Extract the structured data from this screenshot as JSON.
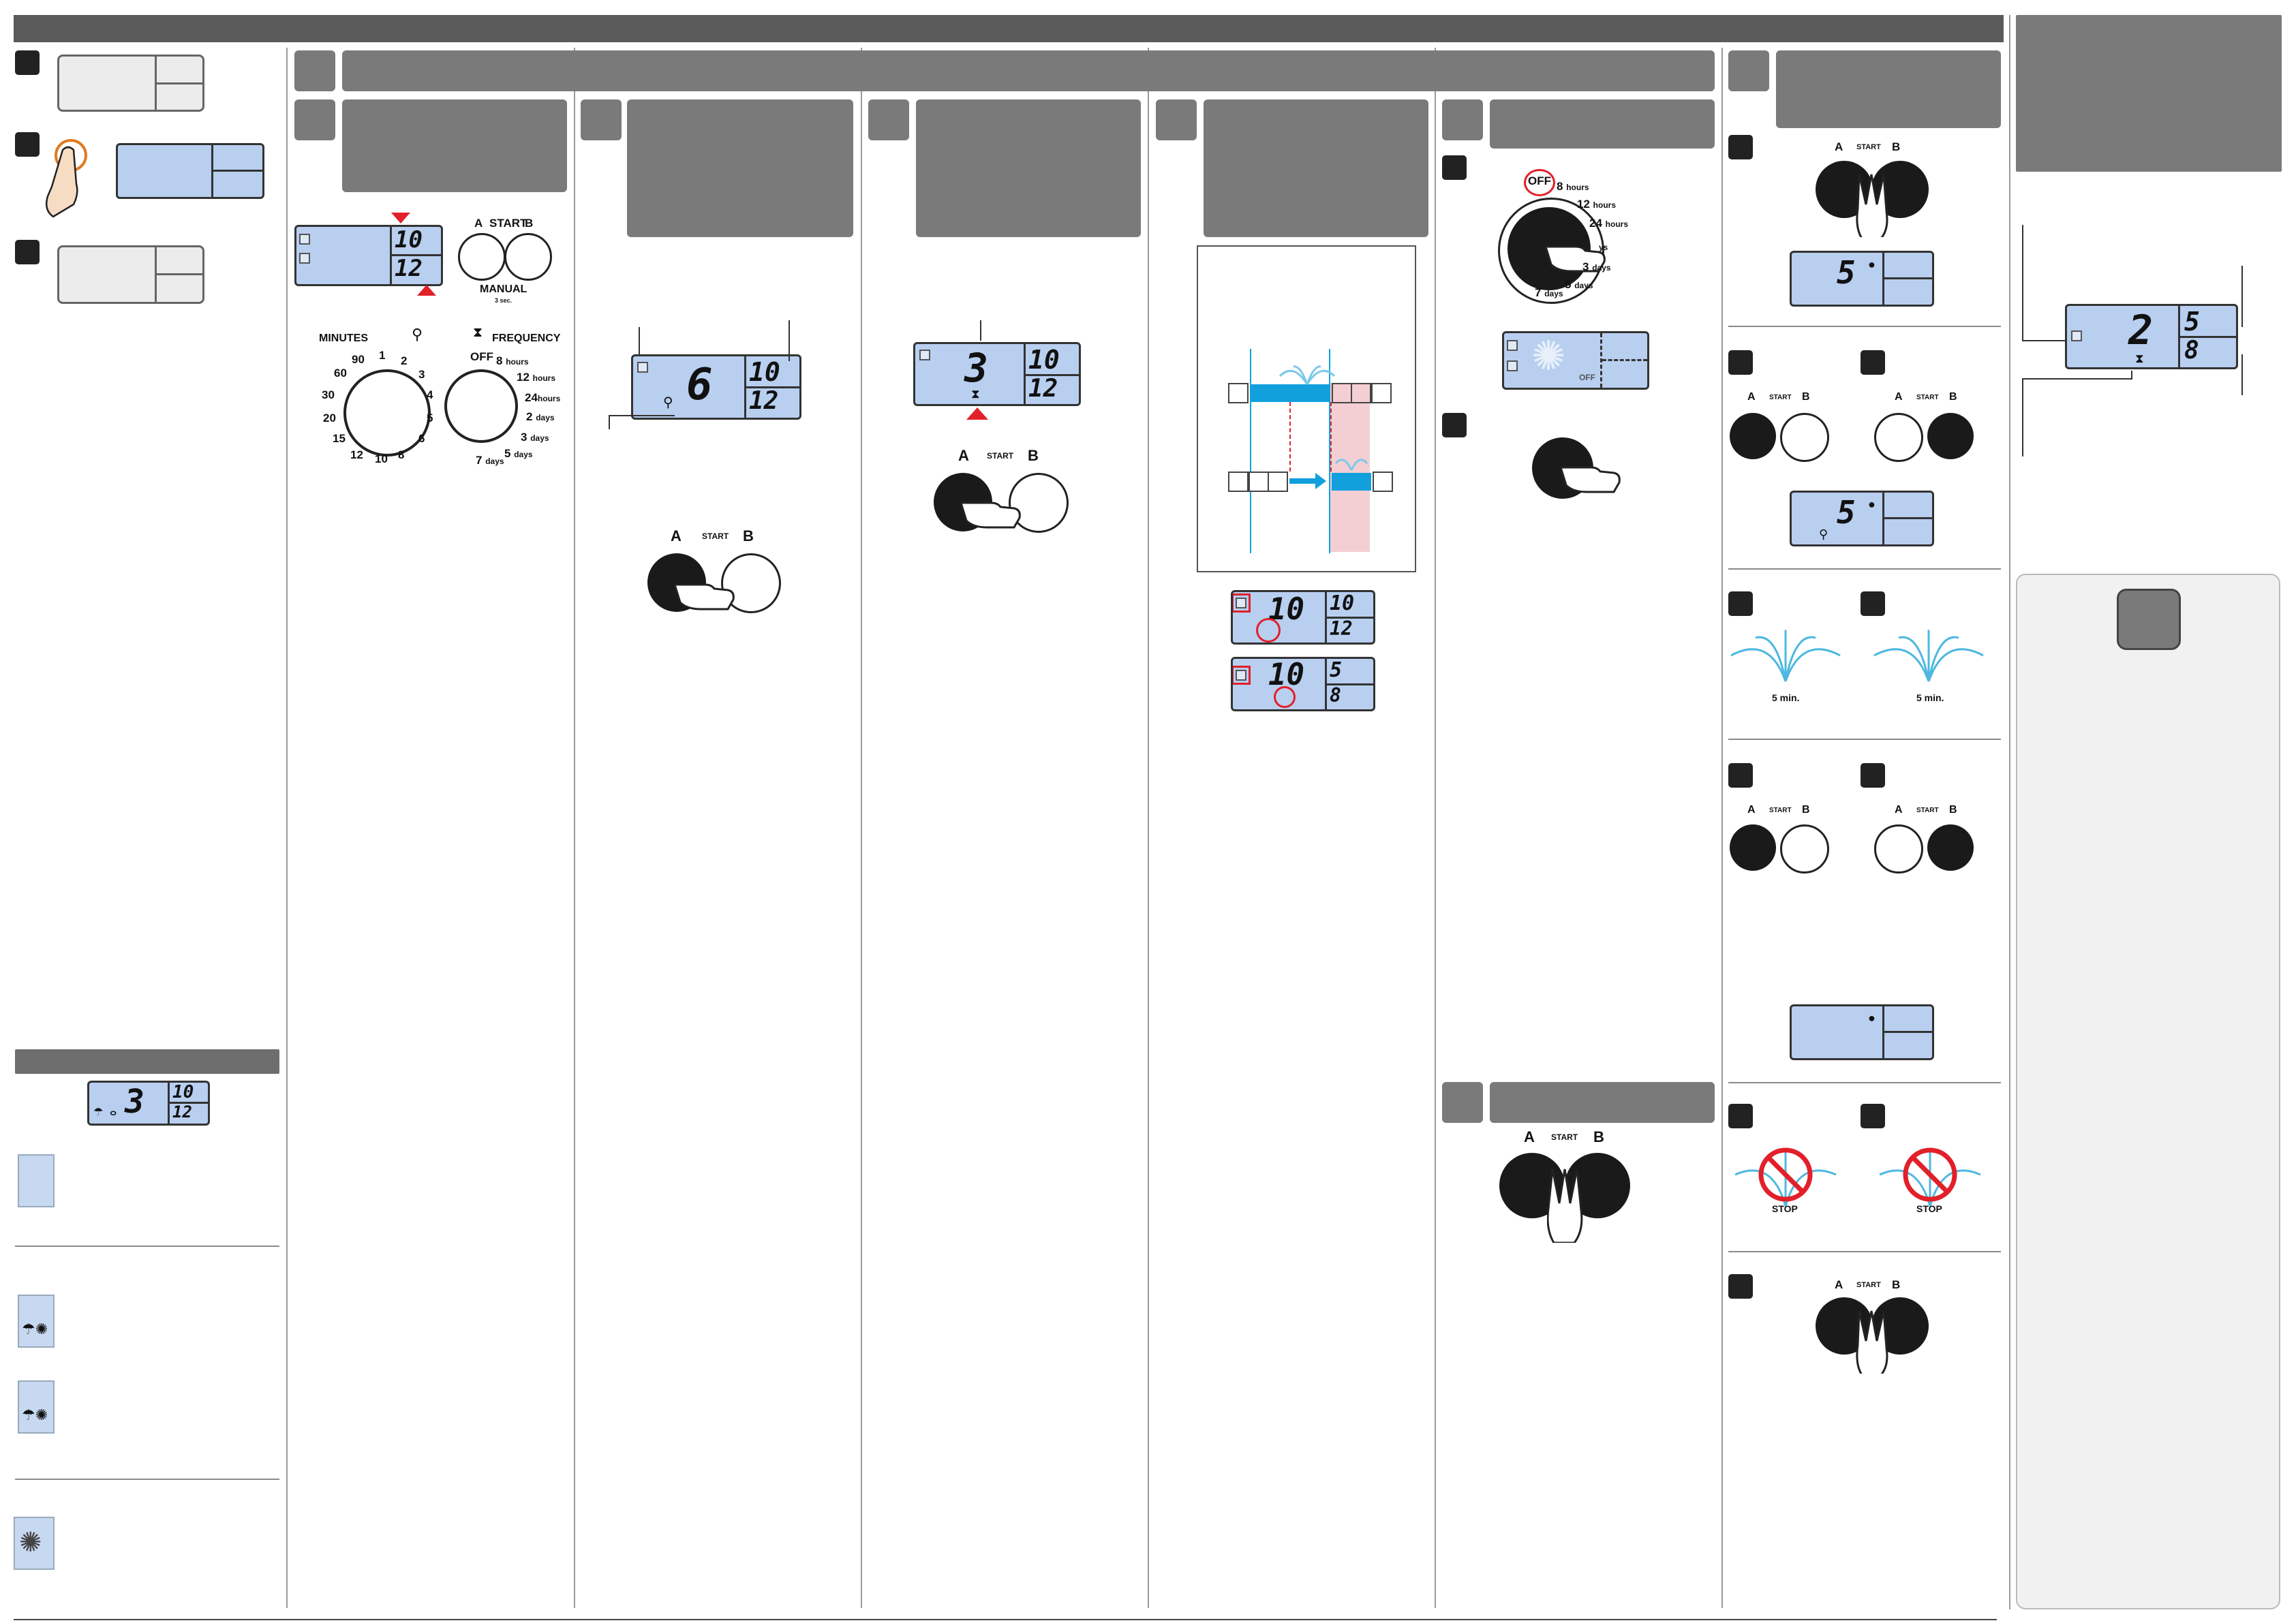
{
  "page": {
    "title": "",
    "colors": {
      "header_grey": "#7a7a7a",
      "lcd_blue": "#b8cff0",
      "accent_red": "#e2202a",
      "water_blue": "#12a0dd"
    }
  },
  "left_column": {
    "steps": [
      "",
      "",
      ""
    ],
    "status_section_title": "",
    "lcd_status": {
      "big": "3",
      "top_right": "10",
      "bottom_right": "12"
    }
  },
  "panel_program": {
    "lcd": {
      "top_right": "10",
      "bottom_right": "12"
    },
    "start_buttons": {
      "a": "A",
      "start": "START",
      "b": "B",
      "manual": "MANUAL",
      "manual_sub": "3 sec."
    },
    "minutes_dial": {
      "label": "MINUTES",
      "ticks": [
        "90",
        "1",
        "2",
        "60",
        "3",
        "30",
        "4",
        "20",
        "5",
        "15",
        "6",
        "12",
        "10",
        "8"
      ]
    },
    "frequency_dial": {
      "label": "FREQUENCY",
      "ticks": [
        {
          "v": "OFF",
          "u": ""
        },
        {
          "v": "8",
          "u": "hours"
        },
        {
          "v": "12",
          "u": "hours"
        },
        {
          "v": "24",
          "u": "hours"
        },
        {
          "v": "2",
          "u": "days"
        },
        {
          "v": "3",
          "u": "days"
        },
        {
          "v": "5",
          "u": "days"
        },
        {
          "v": "7",
          "u": "days"
        }
      ]
    }
  },
  "panel_a": {
    "lcd": {
      "big": "6",
      "top_right": "10",
      "bottom_right": "12"
    },
    "buttons": {
      "a": "A",
      "start": "START",
      "b": "B"
    }
  },
  "panel_b": {
    "lcd": {
      "big": "3",
      "top_right": "10",
      "bottom_right": "12"
    },
    "buttons": {
      "a": "A",
      "start": "START",
      "b": "B"
    }
  },
  "panel_delay": {
    "lcd_1": {
      "big": "10",
      "top_right": "10",
      "bottom_right": "12"
    },
    "lcd_2": {
      "big": "10",
      "top_right": "5",
      "bottom_right": "8"
    }
  },
  "panel_off": {
    "dial_ticks": [
      {
        "v": "OFF",
        "u": ""
      },
      {
        "v": "8",
        "u": "hours"
      },
      {
        "v": "12",
        "u": "hours"
      },
      {
        "v": "24",
        "u": "hours"
      },
      {
        "v": "",
        "u": "ys"
      },
      {
        "v": "3",
        "u": "days"
      },
      {
        "v": "5",
        "u": "days"
      },
      {
        "v": "7",
        "u": "days"
      }
    ],
    "lcd_off_text": "OFF",
    "reset_buttons": {
      "a": "A",
      "start": "START",
      "b": "B"
    }
  },
  "panel_manual": {
    "both_buttons": {
      "a": "A",
      "start": "START",
      "b": "B"
    },
    "lcd_1": {
      "big": "5"
    },
    "row2": {
      "a": "A",
      "start": "START",
      "b": "B"
    },
    "lcd_2": {
      "big": "5"
    },
    "sprays": [
      "5 min.",
      "5 min."
    ],
    "row4": {
      "a": "A",
      "start": "START",
      "b": "B"
    },
    "stops": [
      "STOP",
      "STOP"
    ],
    "final_buttons": {
      "a": "A",
      "start": "START",
      "b": "B"
    }
  },
  "panel_right": {
    "lcd": {
      "big": "2",
      "top_right": "5",
      "bottom_right": "8"
    }
  }
}
